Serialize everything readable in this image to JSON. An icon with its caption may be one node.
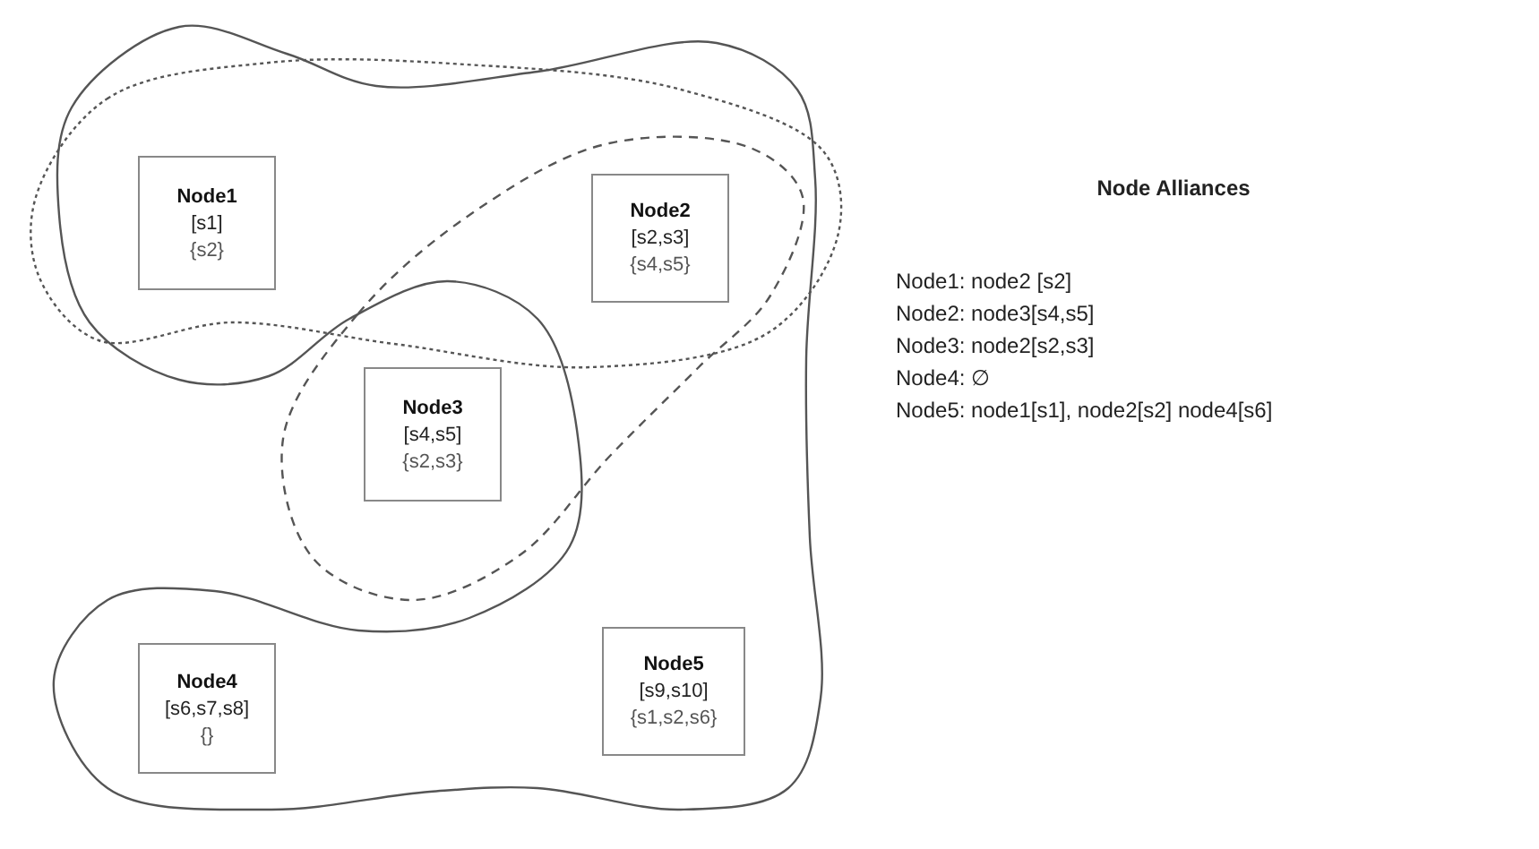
{
  "diagram": {
    "title": "Node Alliances",
    "nodes": [
      {
        "text": [
          "Node1",
          "[s1]",
          "{s2}"
        ]
      },
      {
        "text": [
          "Node2",
          "[s2,s3]",
          "{s4,s5}"
        ]
      },
      {
        "text": [
          "Node3",
          "[s4,s5]",
          "{s2,s3}"
        ]
      },
      {
        "text": [
          "Node4",
          "[s6,s7,s8]",
          "{}"
        ]
      },
      {
        "text": [
          "Node5",
          "[s9,s10]",
          "{s1,s2,s6}"
        ]
      }
    ],
    "labels": [
      "Node1: node2 [s2]",
      "Node2: node3[s4,s5]",
      "Node3: node2[s2,s3]",
      "Node4: ∅",
      "Node5: node1[s1], node2[s2] node4[s6]"
    ]
  }
}
